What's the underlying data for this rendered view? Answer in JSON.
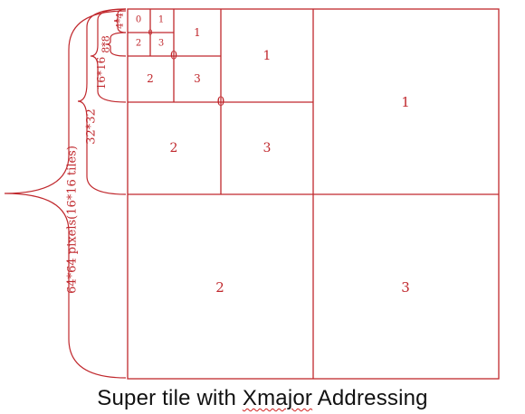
{
  "caption": {
    "prefix": "Super tile with ",
    "highlight": "Xmajor",
    "suffix": " Addressing"
  },
  "dimension_labels": [
    "4*4",
    "8*8",
    "16*16",
    "32*32",
    "64*64 pixels(16*16 tiles)"
  ],
  "quadrant_labels": [
    "0",
    "1",
    "2",
    "3"
  ],
  "colors": {
    "lines": "#c0282d",
    "caption": "#111111",
    "background": "#ffffff"
  }
}
